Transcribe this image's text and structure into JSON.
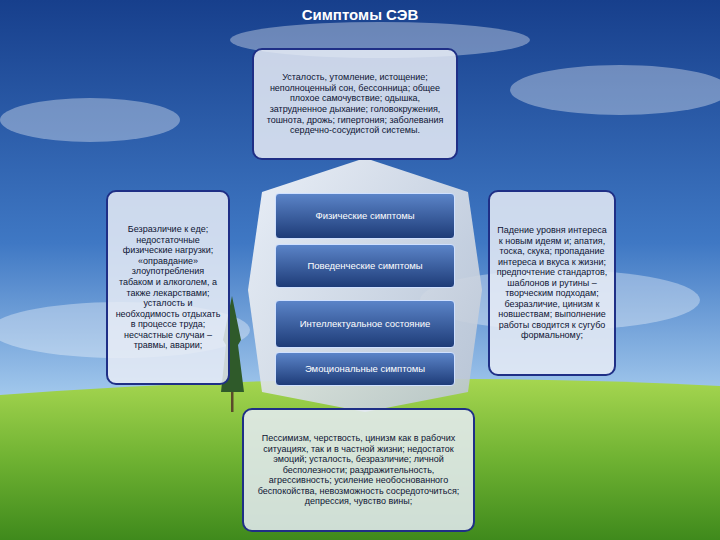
{
  "diagram": {
    "title": "Симптомы СЭВ",
    "nodes": [
      {
        "text": [
          "Усталость, утомление, истощение; неполноценный сон, бессонница; общее плохое самочувствие; одышка, затрудненное дыхание; головокружения, тошнота, дрожь; гипертония; заболевания сердечно-сосудистой системы."
        ]
      },
      {
        "text": [
          "Безразличие к еде; недостаточные физические нагрузки; «оправдание» злоупотребления табаком и алкоголем, а также лекарствами; усталость и необходимость отдыхать в процессе труда; несчастные случаи – травмы, аварии;"
        ]
      },
      {
        "text": [
          "Физические симптомы"
        ]
      },
      {
        "text": [
          "Поведенческие симптомы"
        ]
      },
      {
        "text": [
          "Интеллектуальное состояние"
        ]
      },
      {
        "text": [
          "Эмоциональные симптомы"
        ]
      },
      {
        "text": [
          "Падение уровня интереса к новым идеям и; апатия, тоска, скука; пропадание интереса и вкуса к жизни; предпочтение стандартов, шаблонов и рутины – творческим подходам; безразличие, цинизм к новшествам; выполнение работы сводится к сугубо формальному;"
        ]
      },
      {
        "text": [
          "Пессимизм, черствость, цинизм как в рабочих ситуациях, так и в частной жизни; недостаток эмоций; усталость, безразличие; личной бесполезности; раздражительность, агрессивность; усиление необоснованного беспокойства, невозможность сосредоточиться; депрессия, чувство вины;"
        ]
      }
    ]
  }
}
